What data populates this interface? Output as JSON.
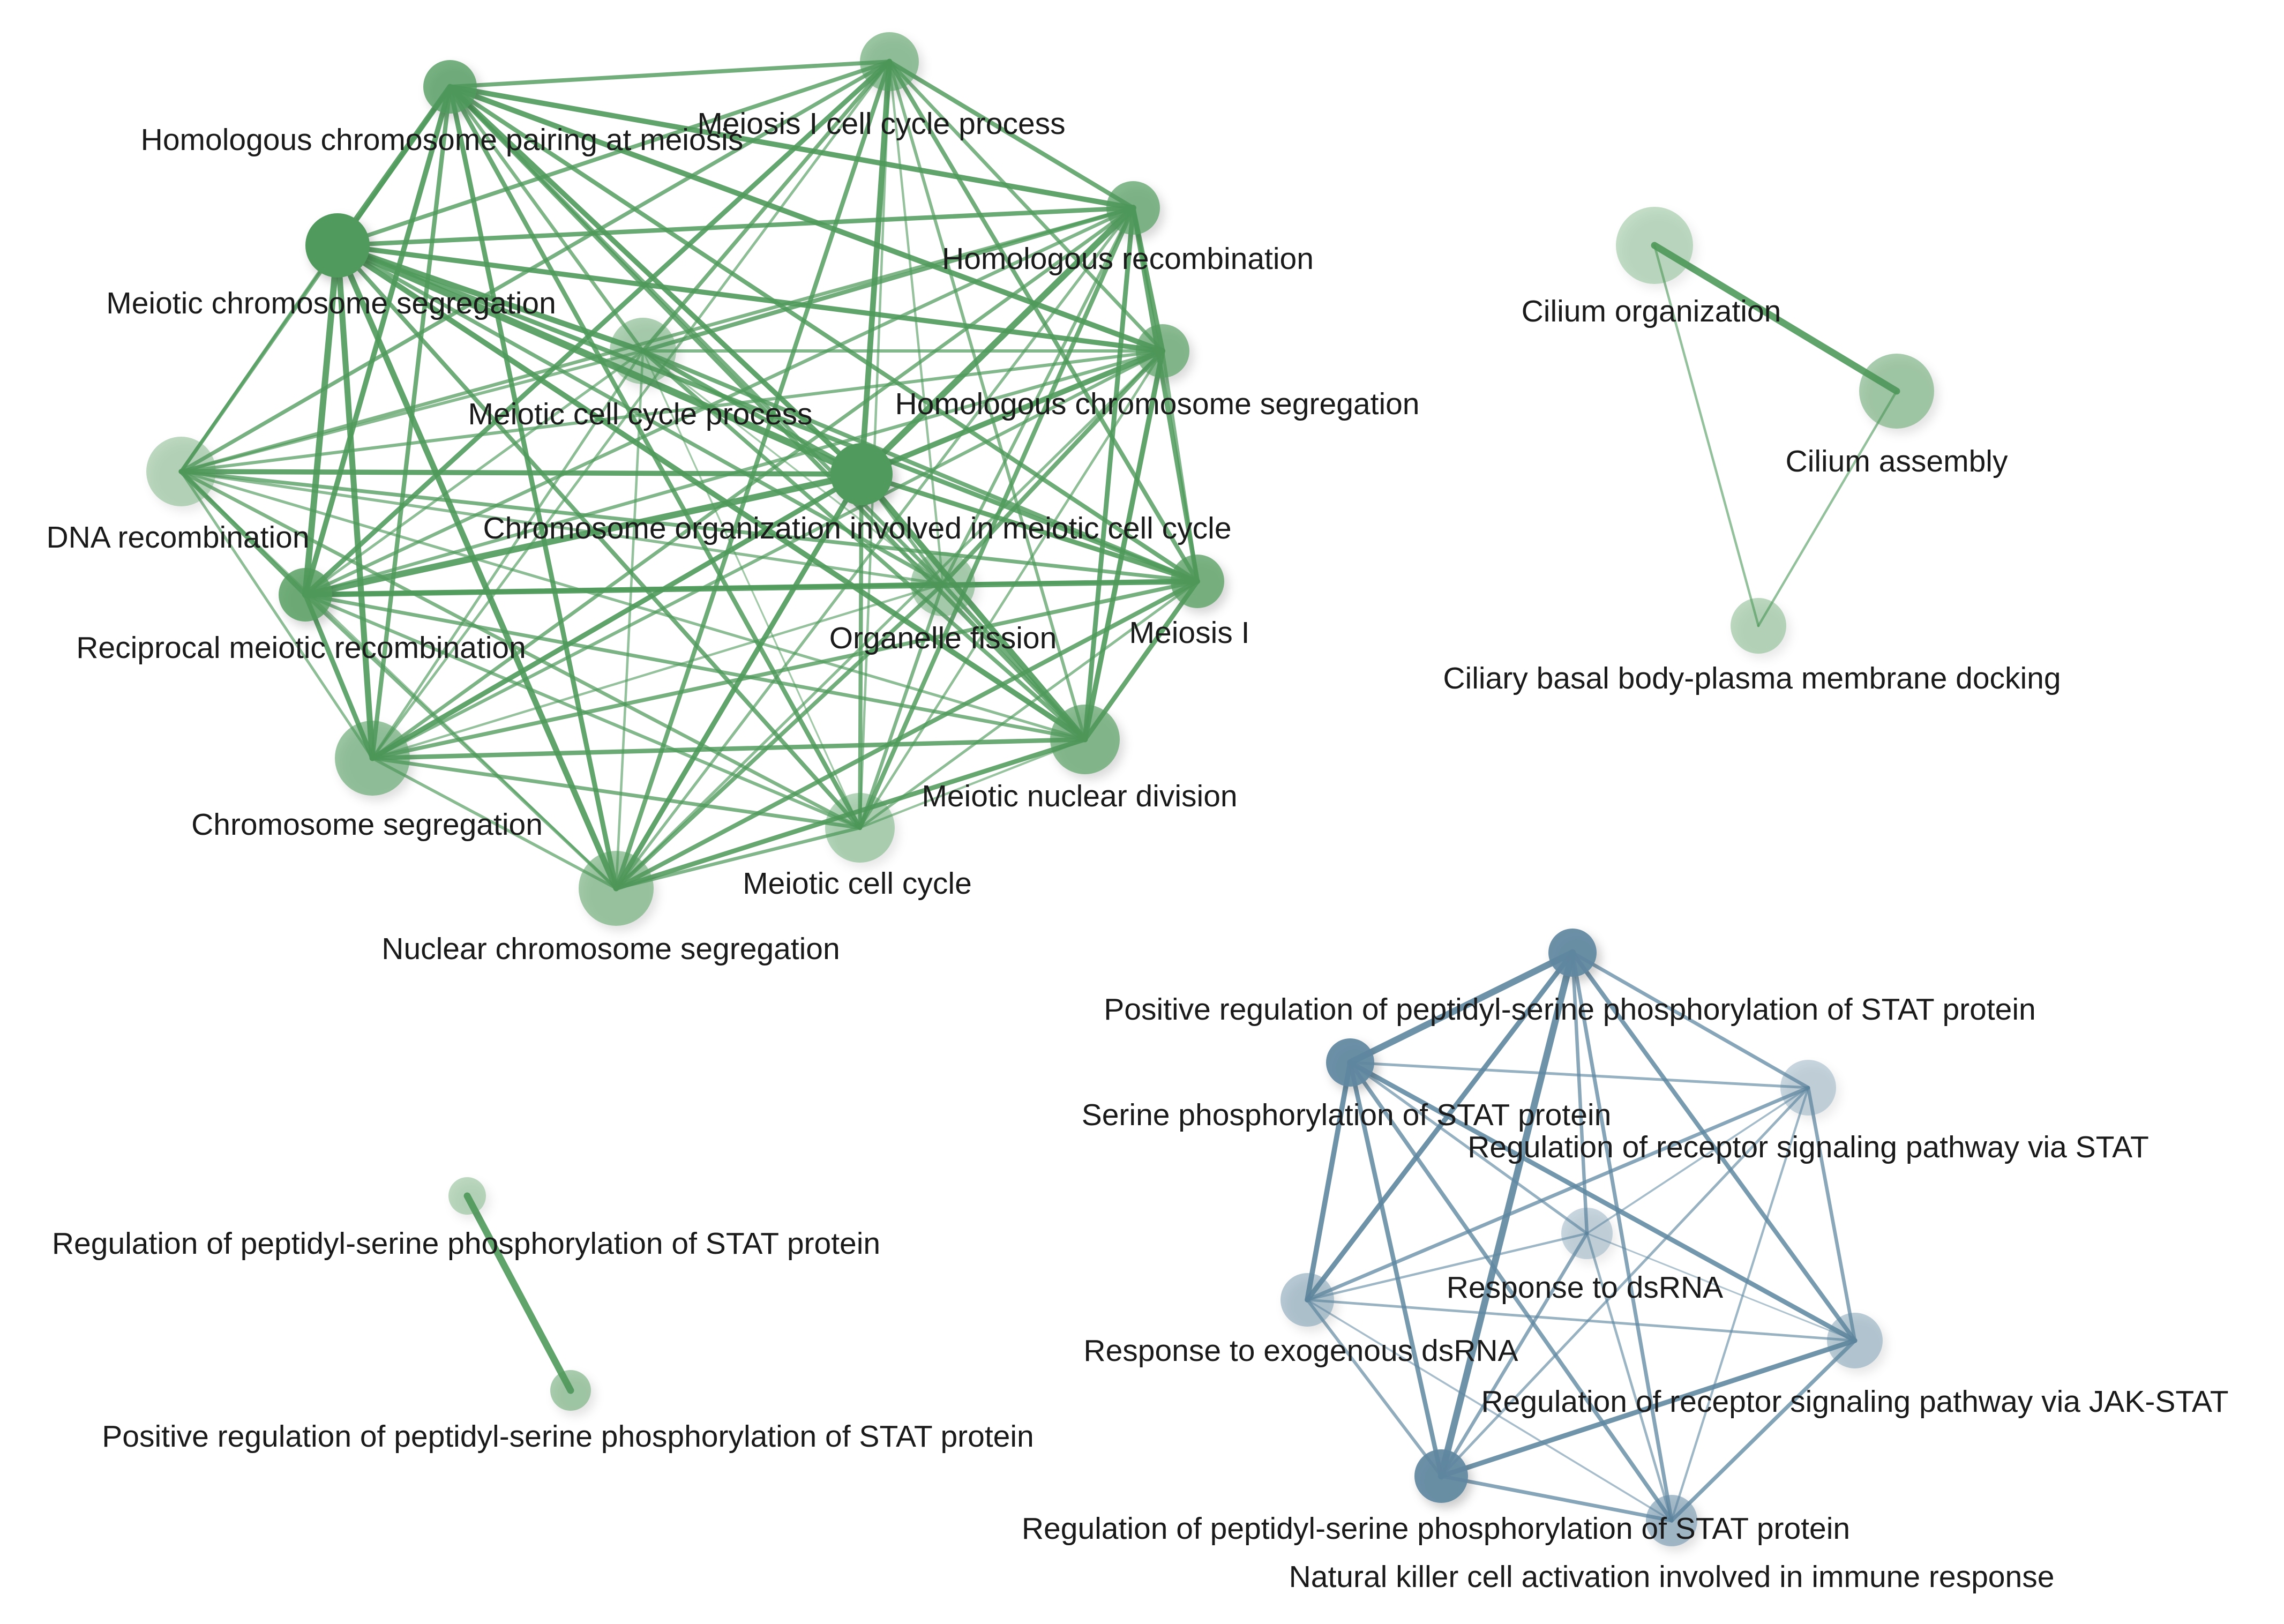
{
  "colors": {
    "green": "#4f9a5b",
    "blue": "#5e87a0",
    "label": "#1a1a1a",
    "background": "#ffffff"
  },
  "clusters": [
    {
      "id": "meiosis",
      "color_key": "green",
      "nodes": [
        {
          "id": "homologous-chromosome-pairing-at-meiosis",
          "label": "Homologous chromosome pairing at meiosis",
          "strength": 0.7
        },
        {
          "id": "meiosis-i-cell-cycle-process",
          "label": "Meiosis I cell cycle process",
          "strength": 0.45
        },
        {
          "id": "meiotic-chromosome-segregation",
          "label": "Meiotic chromosome segregation",
          "strength": 1.0
        },
        {
          "id": "homologous-recombination",
          "label": "Homologous recombination",
          "strength": 0.6
        },
        {
          "id": "homologous-chromosome-segregation",
          "label": "Homologous chromosome segregation",
          "strength": 0.55
        },
        {
          "id": "meiotic-cell-cycle-process",
          "label": "Meiotic cell cycle process",
          "strength": 0.3
        },
        {
          "id": "chromosome-organization-involved-in-meiotic-cell-cycle",
          "label": "Chromosome organization involved in meiotic cell cycle",
          "strength": 1.0
        },
        {
          "id": "dna-recombination",
          "label": "DNA recombination",
          "strength": 0.2
        },
        {
          "id": "organelle-fission",
          "label": "Organelle fission",
          "strength": 0.3
        },
        {
          "id": "meiosis-i",
          "label": "Meiosis I",
          "strength": 0.65
        },
        {
          "id": "reciprocal-meiotic-recombination",
          "label": "Reciprocal meiotic recombination",
          "strength": 0.75
        },
        {
          "id": "chromosome-segregation",
          "label": "Chromosome segregation",
          "strength": 0.45
        },
        {
          "id": "meiotic-nuclear-division",
          "label": "Meiotic nuclear division",
          "strength": 0.55
        },
        {
          "id": "meiotic-cell-cycle",
          "label": "Meiotic cell cycle",
          "strength": 0.25
        },
        {
          "id": "nuclear-chromosome-segregation",
          "label": "Nuclear chromosome segregation",
          "strength": 0.4
        }
      ],
      "edges": "all-pairs"
    },
    {
      "id": "cilium",
      "color_key": "green",
      "nodes": [
        {
          "id": "cilium-organization",
          "label": "Cilium organization",
          "strength": 0.15
        },
        {
          "id": "cilium-assembly",
          "label": "Cilium assembly",
          "strength": 0.35
        },
        {
          "id": "ciliary-basal-body-plasma-membrane-docking",
          "label": "Ciliary basal body-plasma membrane docking",
          "strength": 0.2
        }
      ],
      "edges": [
        {
          "source": "cilium-organization",
          "target": "cilium-assembly",
          "weight": 3
        },
        {
          "source": "cilium-organization",
          "target": "ciliary-basal-body-plasma-membrane-docking",
          "weight": 1
        },
        {
          "source": "cilium-assembly",
          "target": "ciliary-basal-body-plasma-membrane-docking",
          "weight": 1
        }
      ]
    },
    {
      "id": "stat-pair",
      "color_key": "green",
      "nodes": [
        {
          "id": "regulation-of-peptidyl-serine-phosphorylation-of-stat-protein-a",
          "label": "Regulation of peptidyl-serine phosphorylation of STAT protein",
          "strength": 0.2
        },
        {
          "id": "positive-regulation-of-peptidyl-serine-phosphorylation-of-stat-protein-a",
          "label": "Positive regulation of peptidyl-serine phosphorylation of STAT protein",
          "strength": 0.35
        }
      ],
      "edges": [
        {
          "source": "regulation-of-peptidyl-serine-phosphorylation-of-stat-protein-a",
          "target": "positive-regulation-of-peptidyl-serine-phosphorylation-of-stat-protein-a",
          "weight": 3
        }
      ]
    },
    {
      "id": "stat-signaling",
      "color_key": "blue",
      "nodes": [
        {
          "id": "positive-regulation-of-peptidyl-serine-phosphorylation-of-stat-protein-b",
          "label": "Positive regulation of peptidyl-serine phosphorylation of STAT protein",
          "strength": 0.9
        },
        {
          "id": "serine-phosphorylation-of-stat-protein",
          "label": "Serine phosphorylation of STAT protein",
          "strength": 0.9
        },
        {
          "id": "regulation-of-receptor-signaling-pathway-via-stat",
          "label": "Regulation of receptor signaling pathway via STAT",
          "strength": 0.15
        },
        {
          "id": "response-to-dsrna",
          "label": "Response to dsRNA",
          "strength": 0.15
        },
        {
          "id": "response-to-exogenous-dsrna",
          "label": "Response to exogenous dsRNA",
          "strength": 0.3
        },
        {
          "id": "regulation-of-receptor-signaling-pathway-via-jak-stat",
          "label": "Regulation of receptor signaling pathway via JAK-STAT",
          "strength": 0.25
        },
        {
          "id": "regulation-of-peptidyl-serine-phosphorylation-of-stat-protein-b",
          "label": "Regulation of peptidyl-serine phosphorylation of STAT protein",
          "strength": 0.9
        },
        {
          "id": "natural-killer-cell-activation-involved-in-immune-response",
          "label": "Natural killer cell activation involved in immune response",
          "strength": 0.4
        }
      ],
      "edges": "all-pairs"
    }
  ]
}
